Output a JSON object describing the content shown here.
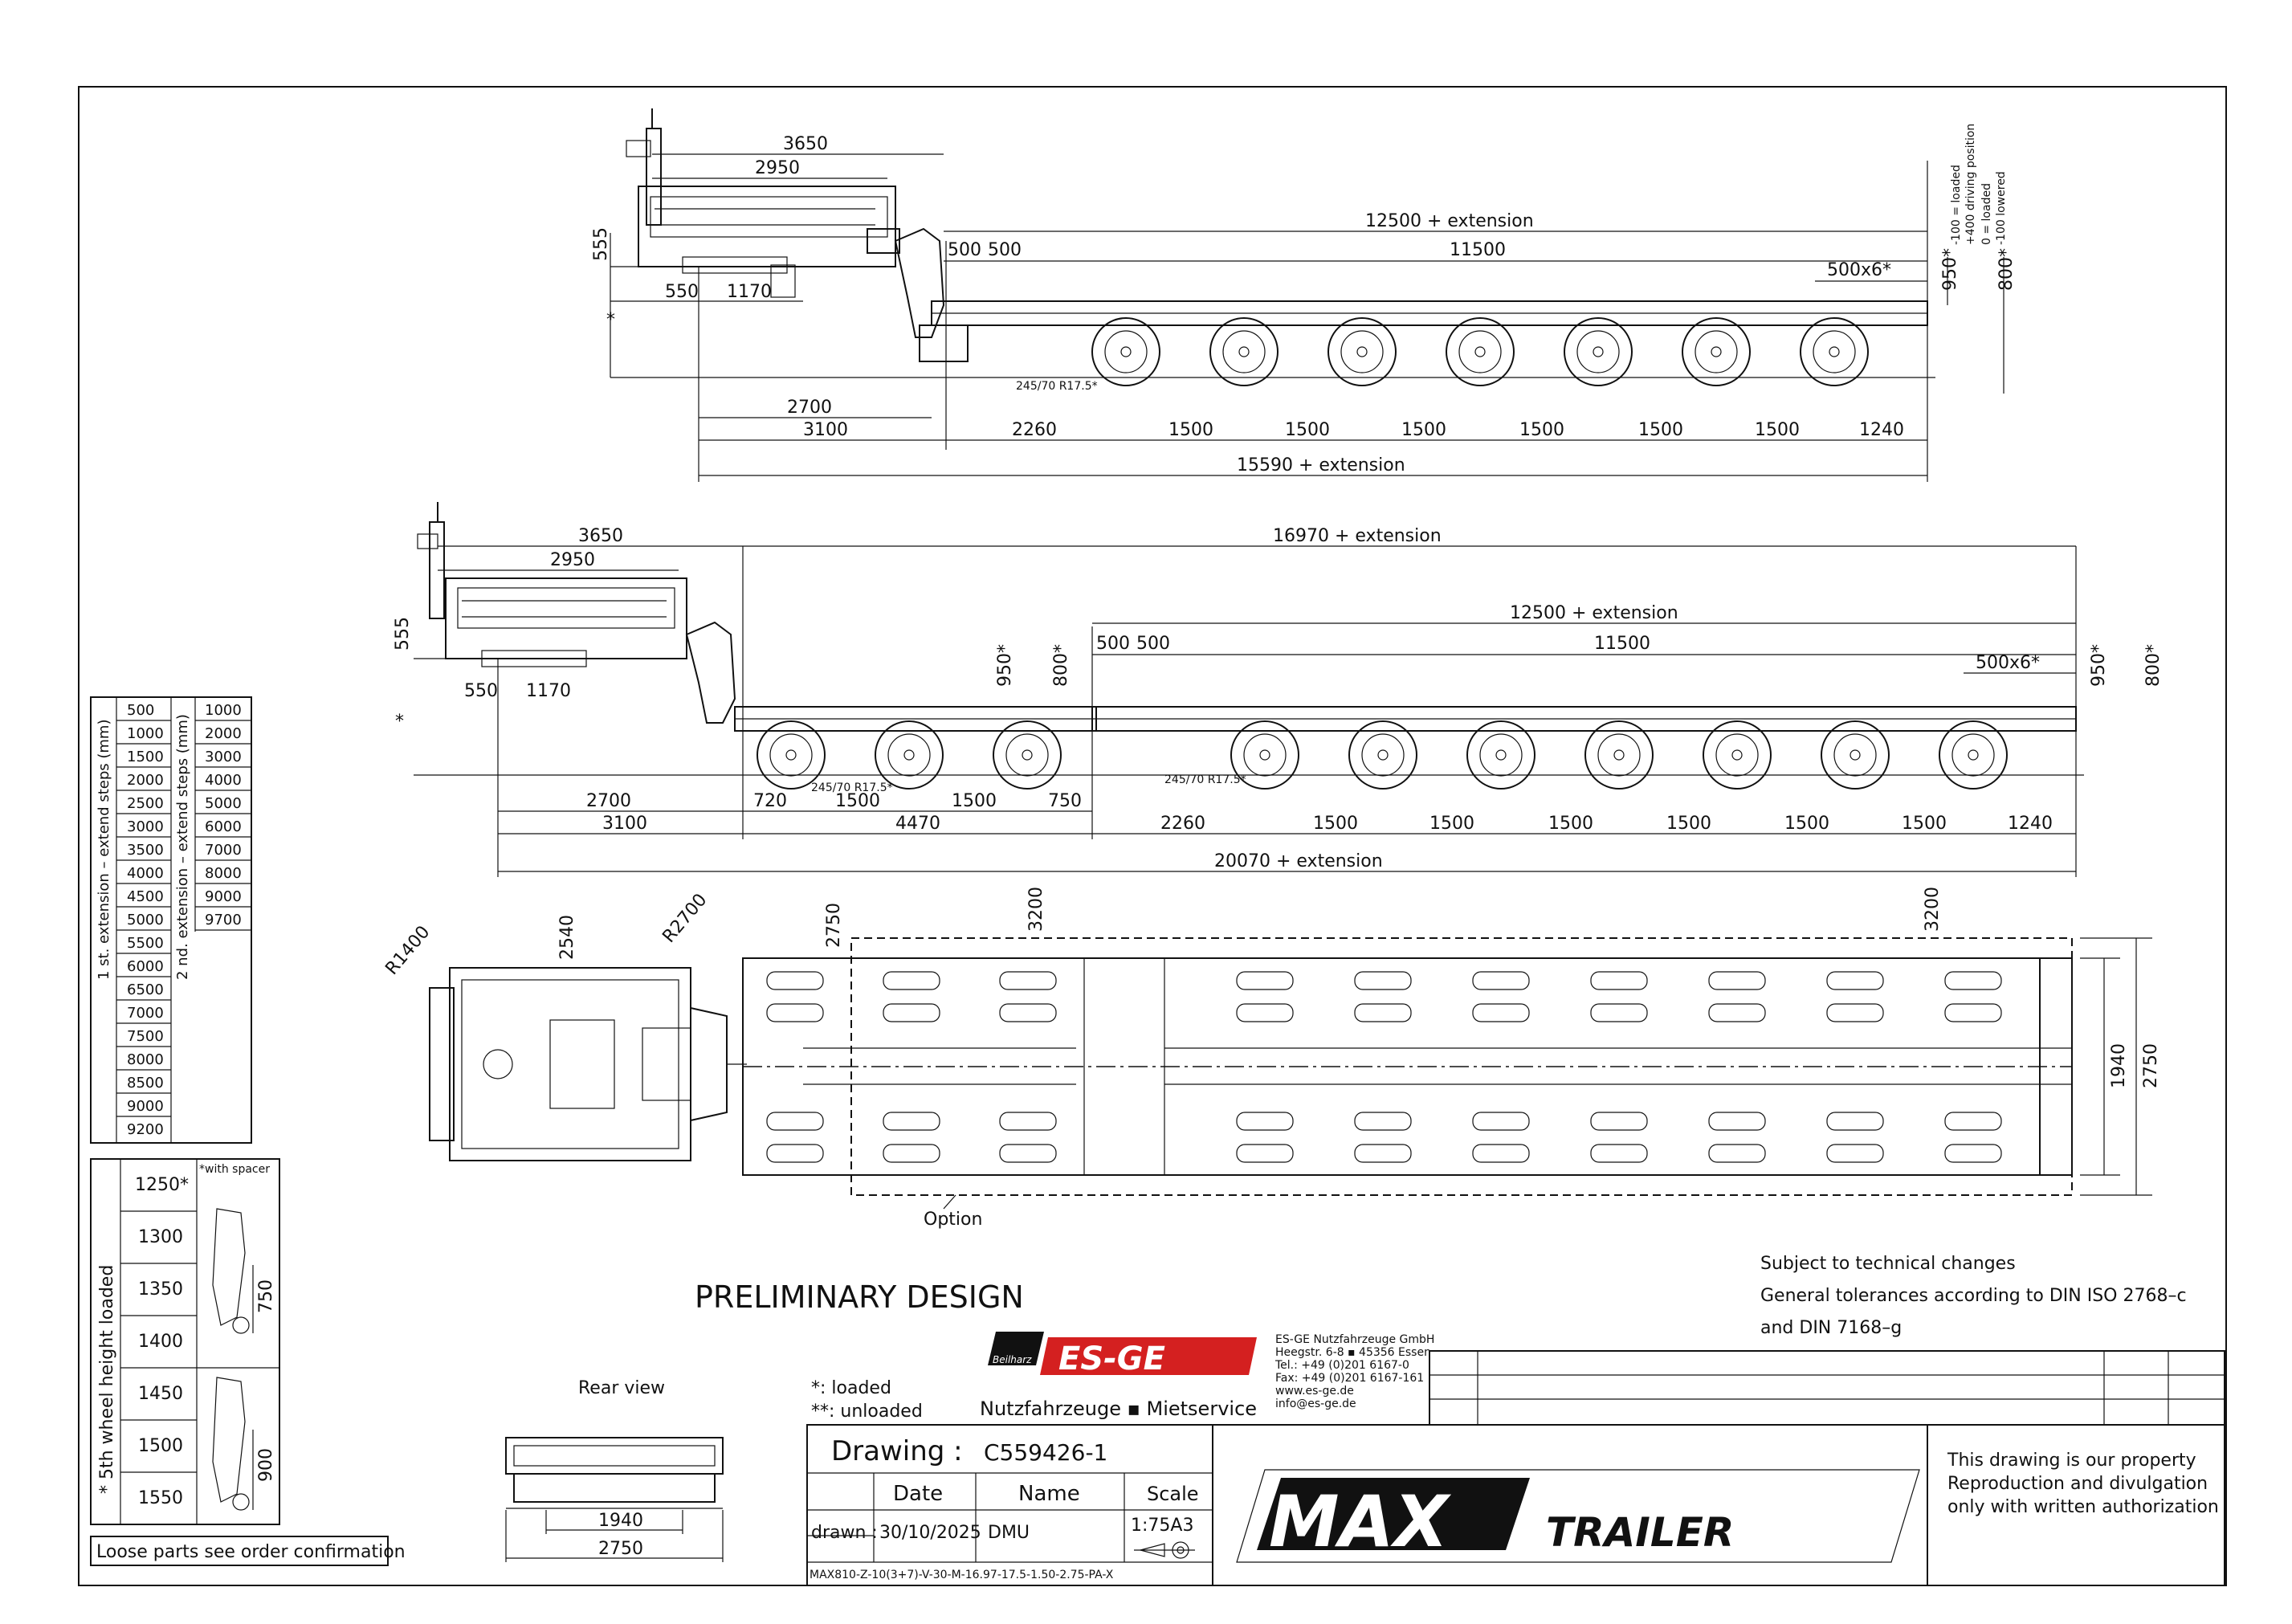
{
  "drawing": {
    "preliminary": "PRELIMINARY DESIGN",
    "notes": [
      "Subject to technical changes",
      "General tolerances according to DIN ISO 2768–c",
      "and DIN 7168–g"
    ],
    "loose_parts": "Loose parts see order confirmation",
    "rear_view": "Rear view",
    "legend_loaded": "*: loaded",
    "legend_unloaded": "**: unloaded",
    "option": "Option",
    "property": [
      "This drawing is our property",
      "Reproduction and divulgation",
      "only with written authorization"
    ]
  },
  "view1": {
    "d3650": "3650",
    "d2950": "2950",
    "d555": "555",
    "d550": "550",
    "d1170": "1170",
    "d500a": "500",
    "d500b": "500",
    "d12500": "12500 + extension",
    "d11500": "11500",
    "d500x6": "500x6*",
    "d950": "950*",
    "d800": "800*",
    "tire": "245/70 R17.5*",
    "d2700": "2700",
    "bottom": [
      "3100",
      "2260",
      "1500",
      "1500",
      "1500",
      "1500",
      "1500",
      "1500",
      "1240"
    ],
    "total": "15590 + extension",
    "vl": [
      "-100 = loaded",
      "+400 driving position"
    ],
    "vr": [
      "0 = loaded",
      "-100 lowered"
    ],
    "star": "*"
  },
  "view2": {
    "d3650": "3650",
    "d2950": "2950",
    "d555": "555",
    "d550": "550",
    "d1170": "1170",
    "d16970": "16970 + extension",
    "d12500": "12500 + extension",
    "d500a": "500",
    "d500b": "500",
    "d11500": "11500",
    "d500x6": "500x6*",
    "d950a": "950*",
    "d800a": "800*",
    "d950b": "950*",
    "d800b": "800*",
    "tire1": "245/70 R17.5*",
    "tire2": "245/70 R17.5*",
    "row1": [
      "2700",
      "720",
      "1500",
      "1500",
      "750"
    ],
    "row2": [
      "3100",
      "4470",
      "2260",
      "1500",
      "1500",
      "1500",
      "1500",
      "1500",
      "1500",
      "1240"
    ],
    "total": "20070 + extension",
    "star": "*"
  },
  "plan": {
    "r1400": "R1400",
    "d2540": "2540",
    "r2700": "R2700",
    "d2750a": "2750",
    "d3200a": "3200",
    "d3200b": "3200",
    "d1940": "1940",
    "d2750b": "2750"
  },
  "rear": {
    "d1940": "1940",
    "d2750": "2750"
  },
  "ext_table": {
    "label1": "1 st. extension – extend steps (mm)",
    "label2": "2 nd. extension – extend steps (mm)",
    "col1": [
      "500",
      "1000",
      "1500",
      "2000",
      "2500",
      "3000",
      "3500",
      "4000",
      "4500",
      "5000",
      "5500",
      "6000",
      "6500",
      "7000",
      "7500",
      "8000",
      "8500",
      "9000",
      "9200"
    ],
    "col2": [
      "1000",
      "2000",
      "3000",
      "4000",
      "5000",
      "6000",
      "7000",
      "8000",
      "9000",
      "9700"
    ]
  },
  "wheel_table": {
    "label": "* 5th wheel height loaded",
    "spacer": "*with spacer",
    "values": [
      "1250*",
      "1300",
      "1350",
      "1400",
      "1450",
      "1500",
      "1550"
    ],
    "d750": "750",
    "d900": "900"
  },
  "company": {
    "name": "ES-GE",
    "tag": "Beilharz",
    "tagline": "Nutzfahrzeuge  ▪  Mietservice",
    "address": [
      "ES-GE Nutzfahrzeuge GmbH",
      "Heegstr. 6-8  ▪  45356 Essen",
      "Tel.:  +49 (0)201 6167-0",
      "Fax:  +49 (0)201 6167-161",
      "www.es-ge.de",
      "info@es-ge.de"
    ]
  },
  "title_block": {
    "drawing_label": "Drawing :",
    "drawing_no": "C559426-1",
    "date_h": "Date",
    "name_h": "Name",
    "scale_h": "Scale",
    "drawn_label": "drawn :",
    "date": "30/10/2025",
    "name": "DMU",
    "scale": "1:75A3",
    "code": "MAX810-Z-10(3+7)-V-30-M-16.97-17.5-1.50-2.75-PA-X",
    "brand_max": "MAX",
    "brand_trailer": "TRAILER"
  }
}
